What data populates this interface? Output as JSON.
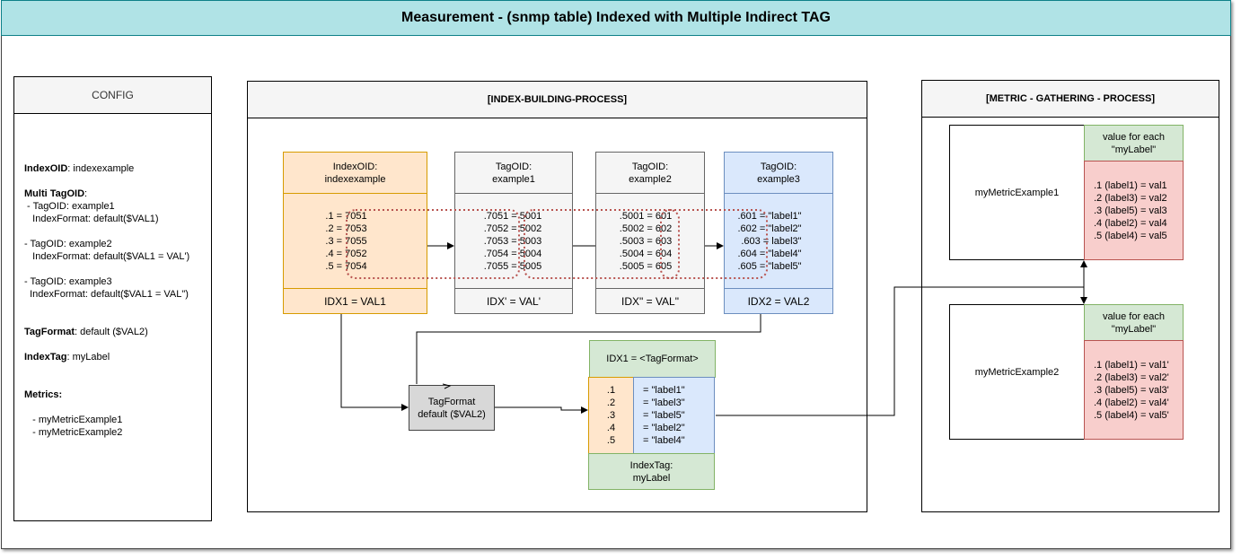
{
  "title": "Measurement - (snmp table) Indexed with Multiple Indirect  TAG",
  "config": {
    "header": "CONFIG",
    "lines": [
      {
        "bold": "IndexOID",
        "rest": ": indexexample"
      },
      {
        "bold": "",
        "rest": ""
      },
      {
        "bold": "Multi TagOID",
        "rest": ":"
      },
      {
        "bold": "",
        "rest": " - TagOID: example1"
      },
      {
        "bold": "",
        "rest": "   IndexFormat: default($VAL1)"
      },
      {
        "bold": "",
        "rest": ""
      },
      {
        "bold": "",
        "rest": "- TagOID: example2"
      },
      {
        "bold": "",
        "rest": "   IndexFormat: default($VAL1 = VAL')"
      },
      {
        "bold": "",
        "rest": ""
      },
      {
        "bold": "",
        "rest": "- TagOID: example3"
      },
      {
        "bold": "",
        "rest": "  IndexFormat: default($VAL1 = VAL\")"
      },
      {
        "bold": "",
        "rest": ""
      },
      {
        "bold": "",
        "rest": ""
      },
      {
        "bold": "TagFormat",
        "rest": ": default ($VAL2)"
      },
      {
        "bold": "",
        "rest": ""
      },
      {
        "bold": "IndexTag",
        "rest": ": myLabel"
      },
      {
        "bold": "",
        "rest": ""
      },
      {
        "bold": "",
        "rest": ""
      },
      {
        "bold": "Metrics:",
        "rest": ""
      },
      {
        "bold": "",
        "rest": ""
      },
      {
        "bold": "",
        "rest": "   - myMetricExample1"
      },
      {
        "bold": "",
        "rest": "   - myMetricExample2"
      }
    ]
  },
  "index_process": {
    "header": "[INDEX-BUILDING-PROCESS]",
    "index_oid": {
      "header": "IndexOID:\nindexexample",
      "body": ".1 = 7051\n.2 = 7053\n.3 = 7055\n.4 = 7052\n.5 = 7054",
      "footer": "IDX1 = VAL1"
    },
    "tag1": {
      "header": "TagOID:\nexample1",
      "body": ".7051 = 5001\n.7052 = 5002\n.7053 = 5003\n.7054 = 5004\n.7055 = 5005",
      "footer": "IDX' = VAL'"
    },
    "tag2": {
      "header": "TagOID:\nexample2",
      "body": ".5001 = 601\n.5002 = 602\n.5003 = 603\n.5004 = 604\n.5005 = 605",
      "footer": "IDX\" = VAL\""
    },
    "tag3": {
      "header": "TagOID:\nexample3",
      "body": ".601 = \"label1\"\n.602 = \"label2\"\n.603 = label3\"\n.604 = \"label4\"\n.605 = \"label5\"",
      "footer": "IDX2 = VAL2"
    },
    "tagformat": "TagFormat\ndefault ($VAL2)",
    "result": {
      "header": "IDX1 = <TagFormat>",
      "keys": ".1\n.2\n.3\n.4\n.5",
      "values": "= \"label1\"\n= \"label3\"\n= \"label5\"\n= \"label2\"\n= \"label4\"",
      "footer": "IndexTag:\nmyLabel"
    }
  },
  "metric_process": {
    "header": "[METRIC - GATHERING - PROCESS]",
    "metric1": {
      "name": "myMetricExample1",
      "value_header": "value for each\n\"myLabel\"",
      "values": ".1 (label1) = val1\n.2 (label3) = val2\n.3 (label5) = val3\n.4 (label2) = val4\n.5 (label4) = val5"
    },
    "metric2": {
      "name": "myMetricExample2",
      "value_header": "value for each\n\"myLabel\"",
      "values": ".1 (label1) = val1'\n.2 (label3) = val2'\n.3 (label5) = val3'\n.4 (label2) = val4'\n.5 (label4) = val5'"
    }
  },
  "colors": {
    "title_bg": "#b0e3e6",
    "orange": "#ffe6cc",
    "blue": "#dae8fc",
    "green": "#d5e8d4",
    "red": "#f8cecc",
    "grey": "#f5f5f5",
    "dotted_link": "#b85450"
  }
}
